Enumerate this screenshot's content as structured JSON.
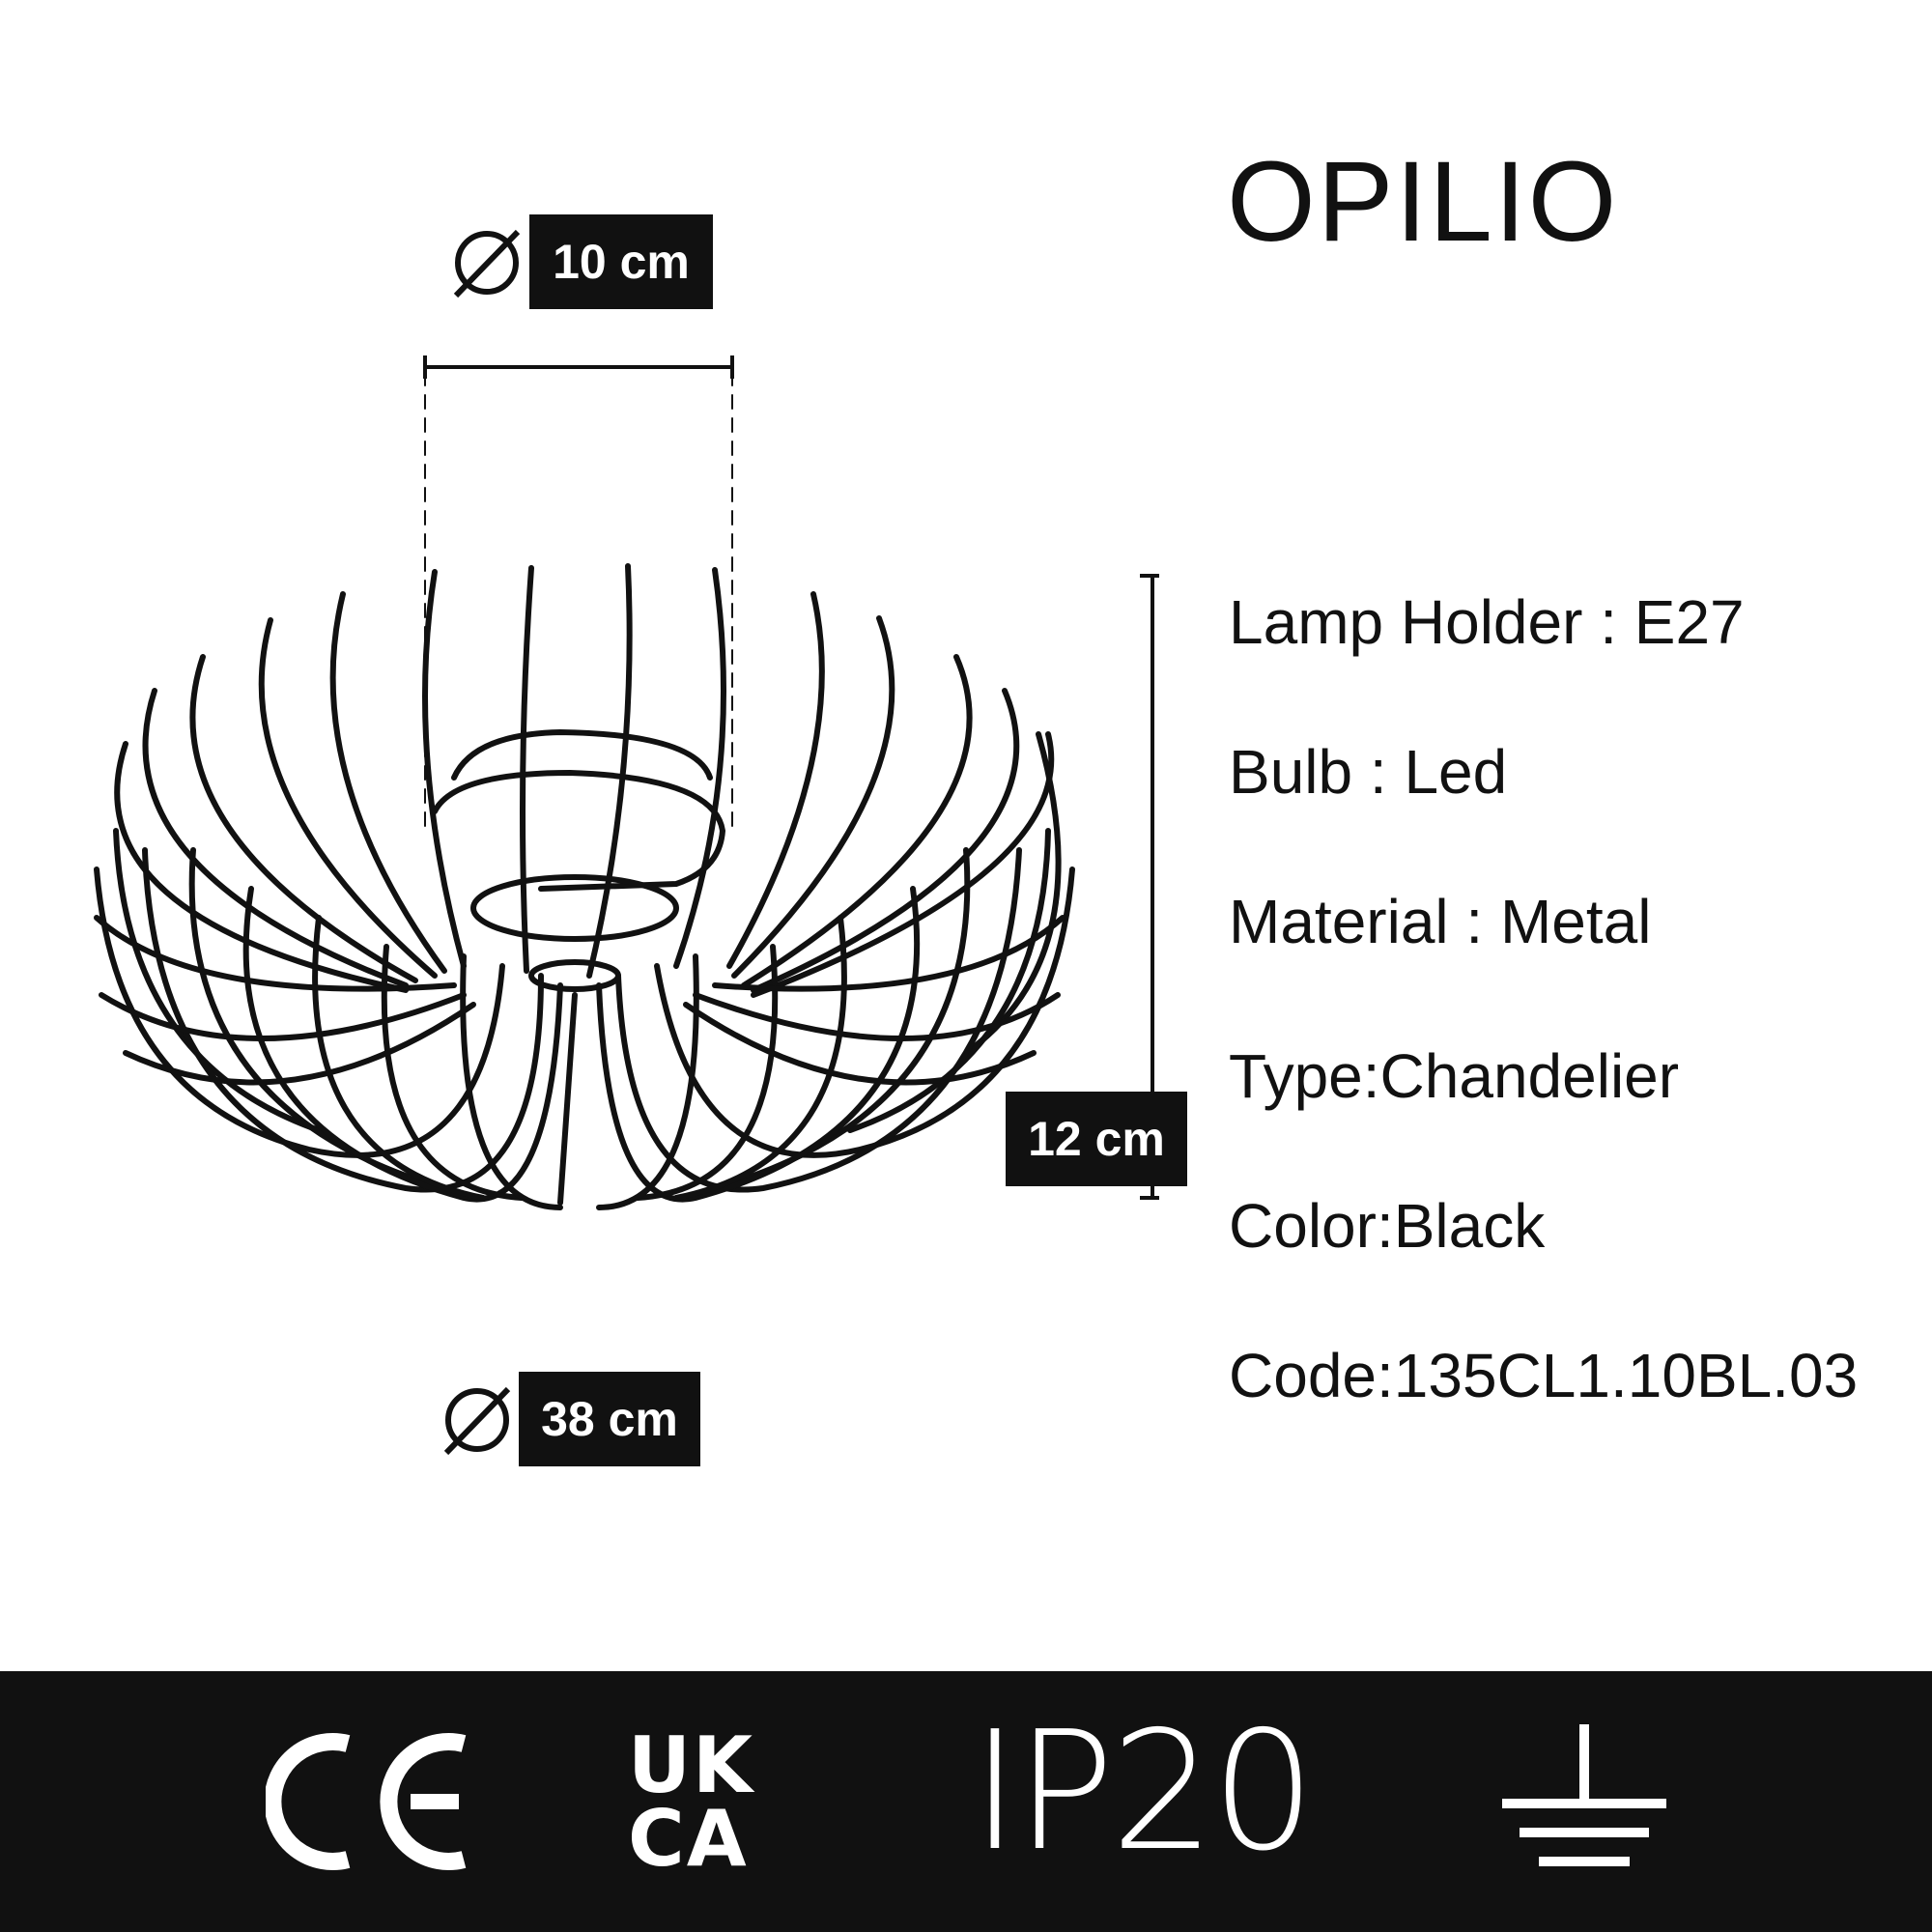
{
  "product": {
    "title": "OPILIO"
  },
  "dimensions": {
    "top_diameter": "10 cm",
    "height": "12 cm",
    "bottom_diameter": "38 cm"
  },
  "specs": [
    "Lamp Holder : E27",
    "Bulb : Led",
    "Material : Metal",
    "Type:Chandelier",
    "Color:Black",
    "Code:135CL1.10BL.03"
  ],
  "certifications": {
    "ce": "CE",
    "ukca_top": "UK",
    "ukca_bottom": "CA",
    "ip": "IP20"
  },
  "icons": [
    "diameter-icon",
    "ground-symbol-icon"
  ],
  "colors": {
    "ink": "#111111",
    "background": "#ffffff"
  }
}
